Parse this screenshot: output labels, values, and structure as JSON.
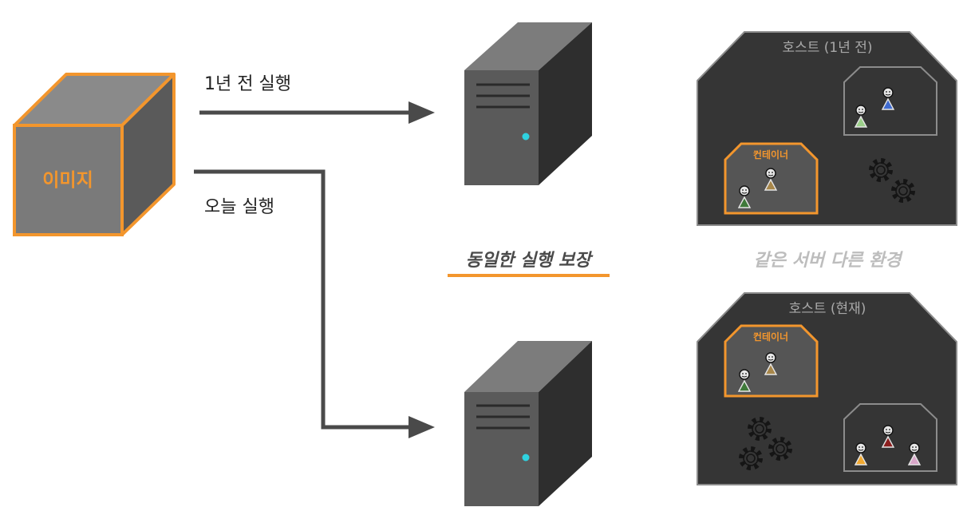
{
  "image_block": {
    "label": "이미지"
  },
  "arrows": {
    "past_label": "1년 전 실행",
    "today_label": "오늘 실행"
  },
  "captions": {
    "same_run": "동일한 실행 보장",
    "different_env": "같은 서버 다른 환경"
  },
  "hosts": {
    "past": {
      "title": "호스트 (1년 전)",
      "container_label": "컨테이너"
    },
    "present": {
      "title": "호스트 (현재)",
      "container_label": "컨테이너"
    }
  },
  "colors": {
    "accent": "#f3962d",
    "host_bg": "#353535",
    "server_body": "#4a4a4a",
    "led": "#2fd2e0",
    "arrow": "#4a4a4a",
    "caption_gray": "#bdbdbd"
  },
  "icons": [
    "image-cube-icon",
    "server-icon",
    "person-icon",
    "gear-icon"
  ]
}
